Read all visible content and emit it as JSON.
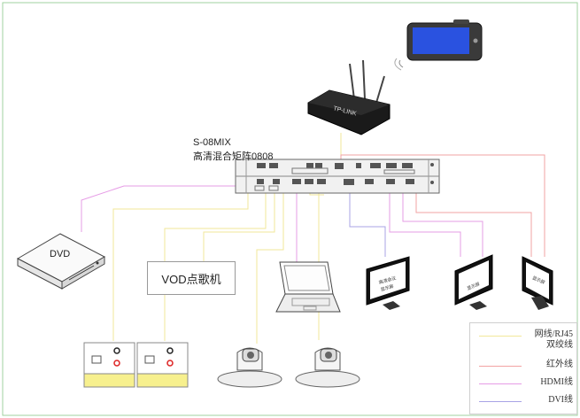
{
  "matrix": {
    "model": "S-08MIX",
    "name": "高清混合矩阵0808"
  },
  "router": {
    "brand": "TP-LINK"
  },
  "dvd": {
    "label": "DVD"
  },
  "vod": {
    "label": "VOD点歌机"
  },
  "monitors": {
    "small_text_1": "高清会议\n显示屏",
    "small_text_2": "显示屏",
    "small_text_3": "显示屏"
  },
  "legend": {
    "items": [
      {
        "label": "网线/RJ45\n双绞线",
        "color": "#f2e79a"
      },
      {
        "label": "红外线",
        "color": "#f2a3a3"
      },
      {
        "label": "HDMI线",
        "color": "#e69ce6"
      },
      {
        "label": "DVI线",
        "color": "#a8a3e6"
      }
    ]
  },
  "colors": {
    "network": "#f2e79a",
    "infrared": "#f2a3a3",
    "hdmi": "#e69ce6",
    "dvi": "#a8a3e6",
    "frame": "#9fd29f",
    "tablet_screen": "#2a52e0"
  }
}
